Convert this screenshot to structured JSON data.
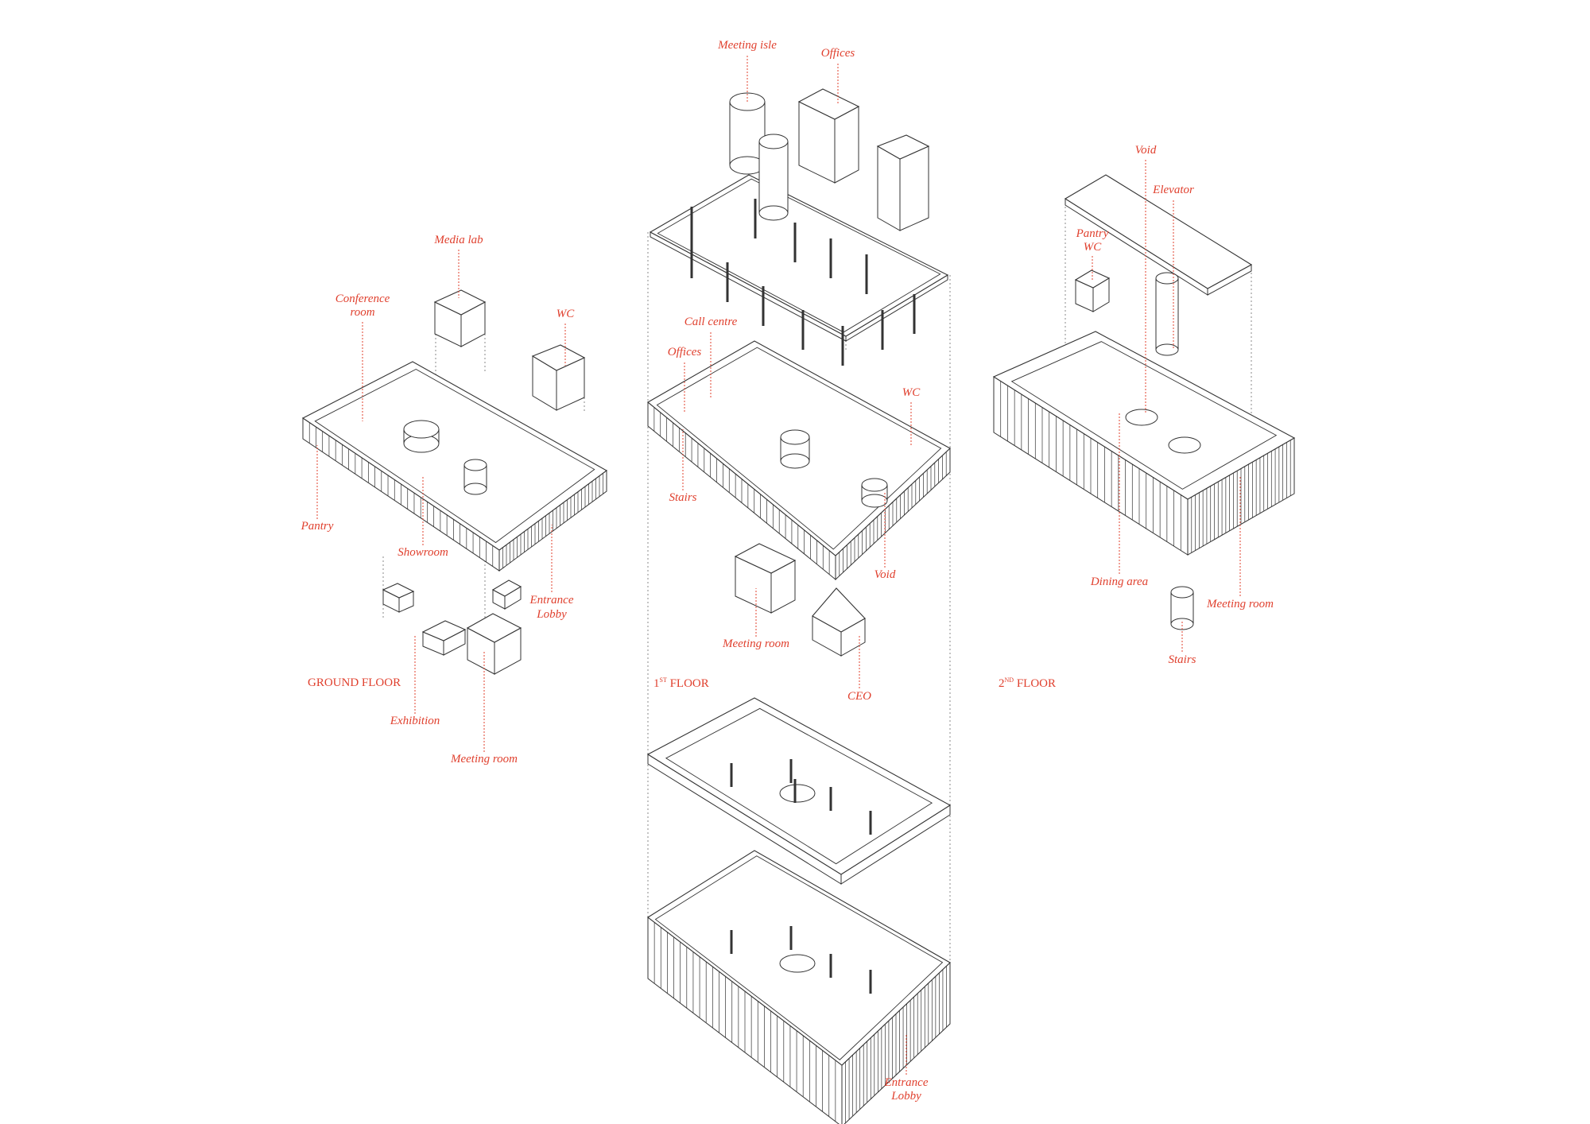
{
  "colors": {
    "accent": "#e0402e",
    "line": "#333333",
    "guide": "#888888"
  },
  "ground_floor": {
    "title": "GROUND FLOOR",
    "labels": {
      "media_lab": "Media lab",
      "conference_room_1": "Conference",
      "conference_room_2": "room",
      "wc": "WC",
      "pantry": "Pantry",
      "showroom": "Showroom",
      "entrance_lobby_1": "Entrance",
      "entrance_lobby_2": "Lobby",
      "exhibition": "Exhibition",
      "meeting_room": "Meeting room"
    }
  },
  "first_floor": {
    "title_num": "1",
    "title_sup": "ST",
    "title_word": "FLOOR",
    "labels": {
      "meeting_isle": "Meeting isle",
      "offices_top": "Offices",
      "call_centre": "Call centre",
      "offices": "Offices",
      "wc": "WC",
      "stairs": "Stairs",
      "void": "Void",
      "meeting_room": "Meeting room",
      "ceo": "CEO",
      "entrance_lobby_1": "Entrance",
      "entrance_lobby_2": "Lobby"
    }
  },
  "second_floor": {
    "title_num": "2",
    "title_sup": "ND",
    "title_word": "FLOOR",
    "labels": {
      "void": "Void",
      "elevator": "Elevator",
      "pantry_wc_1": "Pantry",
      "pantry_wc_2": "WC",
      "dining_area": "Dining area",
      "meeting_room": "Meeting room",
      "stairs": "Stairs"
    }
  }
}
